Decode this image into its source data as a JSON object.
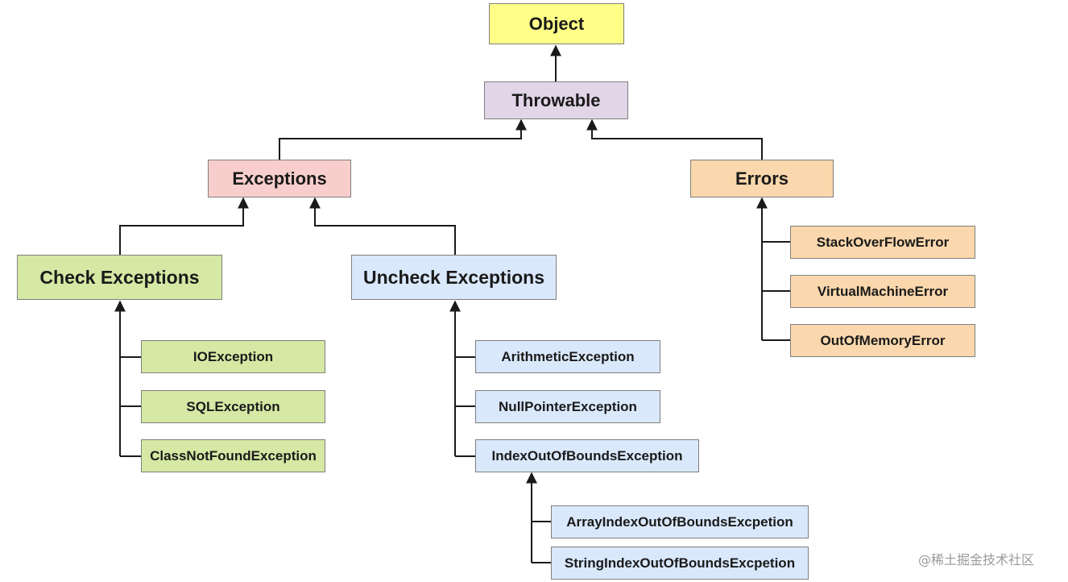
{
  "nodes": {
    "object": "Object",
    "throwable": "Throwable",
    "exceptions": "Exceptions",
    "errors": "Errors",
    "check_exceptions": "Check Exceptions",
    "uncheck_exceptions": "Uncheck Exceptions",
    "io_exception": "IOException",
    "sql_exception": "SQLException",
    "class_not_found_exception": "ClassNotFoundException",
    "arithmetic_exception": "ArithmeticException",
    "null_pointer_exception": "NullPointerException",
    "index_out_of_bounds_exception": "IndexOutOfBoundsException",
    "array_index_out_of_bounds_exception": "ArrayIndexOutOfBoundsExcpetion",
    "string_index_out_of_bounds_exception": "StringIndexOutOfBoundsExcpetion",
    "stack_overflow_error": "StackOverFlowError",
    "virtual_machine_error": "VirtualMachineError",
    "out_of_memory_error": "OutOfMemoryError"
  },
  "colors": {
    "object": "#ffff88",
    "throwable": "#e1d5e7",
    "exceptions": "#f8cecc",
    "errors": "#fad7ac",
    "checked": "#d5e8a4",
    "unchecked": "#dae8fc",
    "connector": "#1a1a1a"
  },
  "watermark": "@稀土掘金技术社区"
}
